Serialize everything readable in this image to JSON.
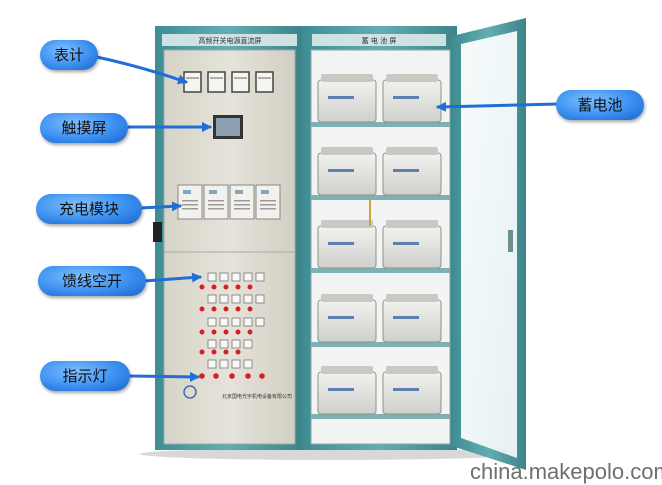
{
  "callouts": {
    "meter": "表计",
    "touch_screen": "触摸屏",
    "charger_module": "充电模块",
    "feeder_breaker": "馈线空开",
    "indicator_light": "指示灯",
    "battery": "蓄电池"
  },
  "cabinet": {
    "left_title": "高频开关电源直流屏",
    "right_title": "蓄 电 池 屏",
    "maker_text": "北京国电光宇机电设备有限公司"
  },
  "watermark": "china.makepolo.com",
  "colors": {
    "cabinet_frame": "#4f9aa0",
    "panel": "#dedbd0",
    "callout_blue": "#3a8ff0",
    "arrow_blue": "#1f6fd6"
  }
}
